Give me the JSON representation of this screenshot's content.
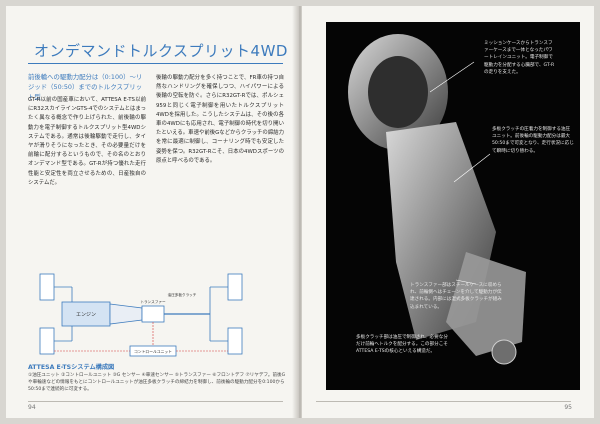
{
  "left_page": {
    "title": "オンデマンドトルクスプリット4WD",
    "subhead": "前後輪への駆動力配分は（0:100）〜リジッド（50:50）までのトルクスプリット型",
    "col1": "GT-R以前の国産車において、ATTESA E-TS以前にR32スカイラインGTS-4でのシステムとはまったく異なる概念で作り上げられた、前後輪の駆動力を電子制御するトルクスプリット型4WDシステムである。通常は後輪駆動で走行し、タイヤが滑りそうになったとき、その必要量だけを前輪に配分するというもので、その名のとおりオンデマンド型である。GT-Rが持つ優れた走行性能と安定性を両立させるための、日産独自のシステムだ。",
    "col2": "後輪の駆動力配分を多く持つことで、FR車の持つ自然なハンドリングを確保しつつ、ハイパワーによる後輪の空転を防ぐ。さらにR32GT-Rでは、ポルシェ959と同じく電子制御を用いたトルクスプリット4WDを採用した。こうしたシステムは、その後の各車の4WDにも応用され、電子制御の時代を切り開いたといえる。車速や前後Gなどからクラッチの締結力を常に最適に制御し、コーナリング時でも安定した姿勢を保つ。R32GT-Rこそ、日本の4WDスポーツの原点と呼べるのである。",
    "diagram": {
      "engine_label": "エンジン",
      "transfer_label": "トランスファー",
      "clutch_label": "油圧多板クラッチ",
      "unit_label": "コントロールユニット"
    },
    "caption_title": "ATTESA E-TSシステム構成図",
    "caption_body": "①油圧ユニット ②コントロールユニット ③G センサー ④車速センサー ⑤トランスファー ⑥フロントデフ ⑦リヤデフ。前後Gや車輪速などの情報をもとにコントロールユニットが油圧多板クラッチの締結力を制御し、前後輪の駆動力配分を0:100から50:50まで連続的に可変する。",
    "folio": "94"
  },
  "right_page": {
    "notes": [
      "ミッションケースからトランスファーケースまで一体となったパワートレインユニット。電子制御で駆動力を分配する心臓部で、GT-Rの走りを支えた。",
      "多板クラッチの圧着力を制御する油圧ユニット。前後輪の駆動力配分は最大50:50まで可変となり、走行状況に応じて瞬時に切り替わる。",
      "トランスファー部はスチールケースに収められ、前輪側へはチェーンを介して駆動力が伝達される。内部には湿式多板クラッチが組み込まれている。",
      "多板クラッチ部は油圧で制御され、必要な分だけ前輪へトルクを配分する。この部分こそATTESA E-TSの核心といえる構造だ。"
    ],
    "folio": "95"
  }
}
